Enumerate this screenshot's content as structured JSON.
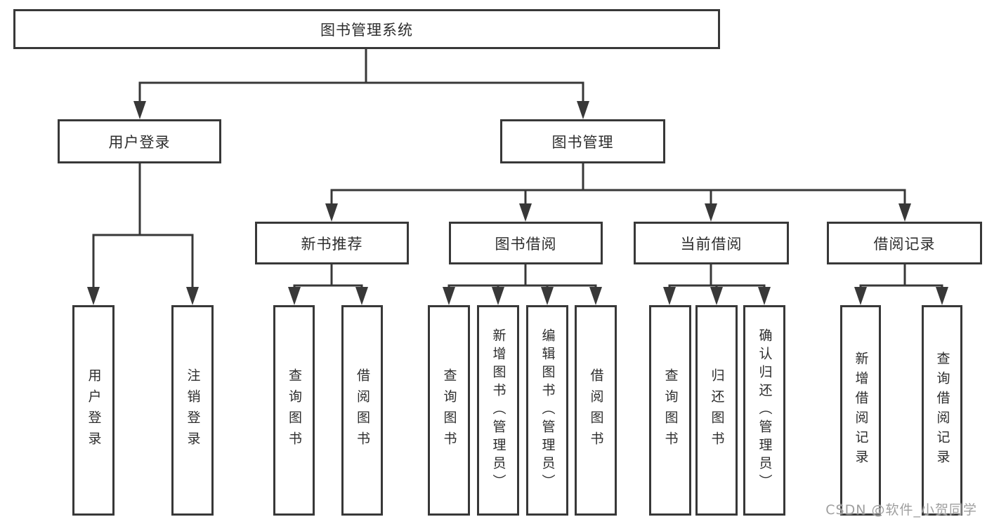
{
  "diagram_title": "图书管理系统",
  "colors": {
    "line": "#383838",
    "box_border": "#383838",
    "box_fill": "#ffffff",
    "text": "#2d2d2d",
    "watermark": "#9f9f9f",
    "background": "#ffffff"
  },
  "tree": {
    "label": "图书管理系统",
    "children": [
      {
        "label": "用户登录",
        "children": [
          {
            "label": "用户登录"
          },
          {
            "label": "注销登录"
          }
        ]
      },
      {
        "label": "图书管理",
        "children": [
          {
            "label": "新书推荐",
            "children": [
              {
                "label": "查询图书"
              },
              {
                "label": "借阅图书"
              }
            ]
          },
          {
            "label": "图书借阅",
            "children": [
              {
                "label": "查询图书"
              },
              {
                "label": "新增图书（管理员）"
              },
              {
                "label": "编辑图书（管理员）"
              },
              {
                "label": "借阅图书"
              }
            ]
          },
          {
            "label": "当前借阅",
            "children": [
              {
                "label": "查询图书"
              },
              {
                "label": "归还图书"
              },
              {
                "label": "确认归还（管理员）"
              }
            ]
          },
          {
            "label": "借阅记录",
            "children": [
              {
                "label": "新增借阅记录"
              },
              {
                "label": "查询借阅记录"
              }
            ]
          }
        ]
      }
    ]
  },
  "watermark": "CSDN @软件_小贺同学"
}
